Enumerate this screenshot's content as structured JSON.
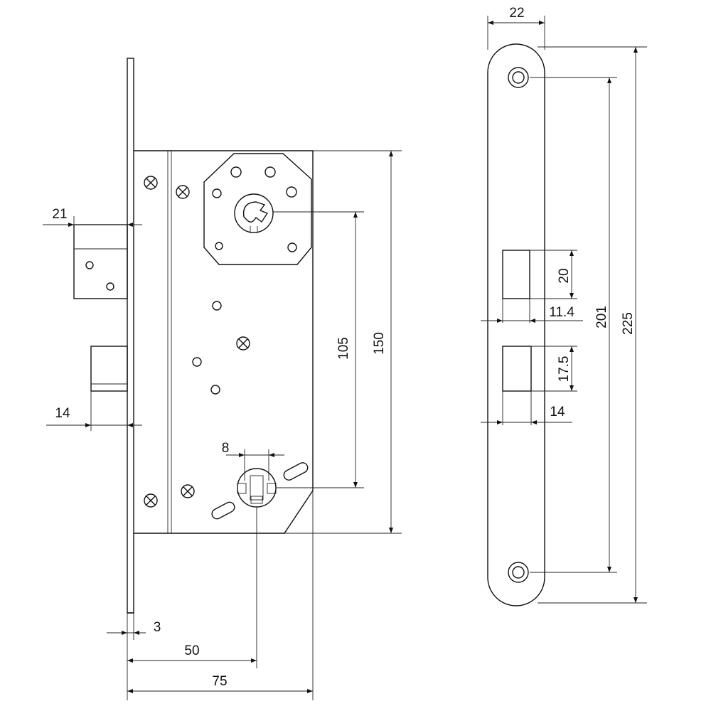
{
  "dimensions": {
    "faceplate_thickness": "3",
    "backset": "50",
    "body_depth": "75",
    "latch_projection": "21",
    "bolt_projection": "14",
    "handle_to_key_distance": "105",
    "body_height": "150",
    "spindle_square": "8",
    "strike_width": "22",
    "strike_length": "225",
    "strike_screw_distance": "201",
    "strike_latch_opening": "20",
    "strike_opening_depth": "11.4",
    "strike_bolt_opening": "17.5",
    "strike_bolt_depth": "14"
  },
  "colors": {
    "line": "#111111",
    "background": "#ffffff"
  },
  "icons": [
    "screw-head-icon",
    "spindle-hub-icon",
    "keyhole-icon"
  ]
}
